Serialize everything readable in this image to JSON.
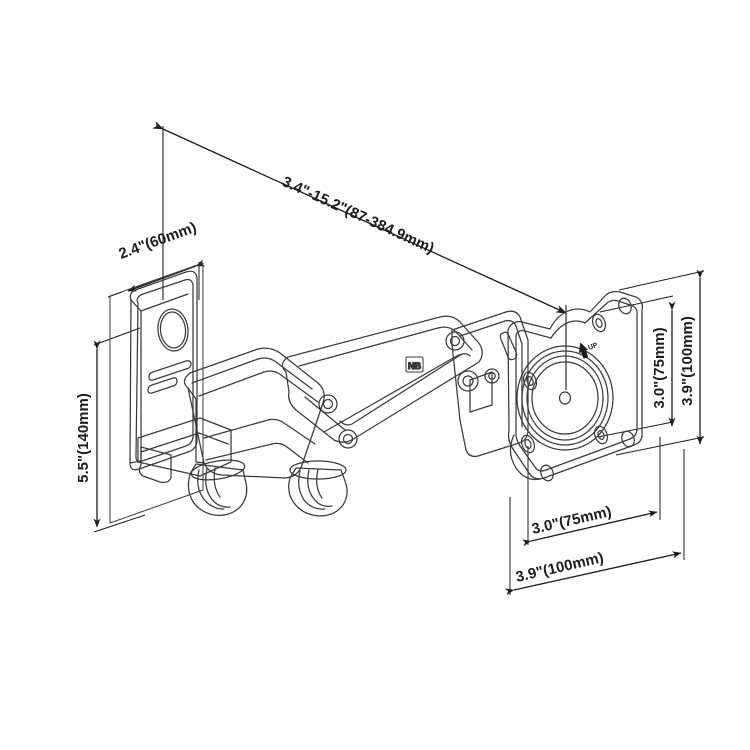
{
  "drawing": {
    "title": "Monitor wall mount bracket dimensioned technical drawing",
    "background_color": "#ffffff",
    "line_color": "#3b3b3b",
    "dim_line_color": "#1d1d1d",
    "text_color": "#1d1d1d"
  },
  "dimensions": {
    "extension_range": "3.4\"-15.2\"(87-384.9mm)",
    "plate_depth": "2.4\"(60mm)",
    "plate_height": "5.5\"(140mm)",
    "vesa_vertical_small": "3.0\"(75mm)",
    "vesa_vertical_large": "3.9\"(100mm)",
    "vesa_horizontal_small": "3.0\"(75mm)",
    "vesa_horizontal_large": "3.9\"(100mm)"
  },
  "markings": {
    "orientation_label": "UP",
    "brand_logo": "NB"
  }
}
